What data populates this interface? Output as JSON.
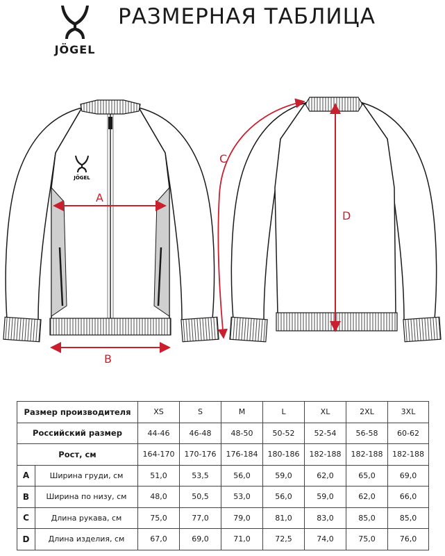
{
  "header": {
    "brand": "JÖGEL",
    "title": "РАЗМЕРНАЯ ТАБЛИЦА"
  },
  "illustration": {
    "chest_brand": "JÖGEL",
    "markers": {
      "a": "A",
      "b": "B",
      "c": "C",
      "d": "D"
    },
    "colors": {
      "measure_line": "#c8202f",
      "side_panel": "#cfcfcf",
      "outline": "#1a1a1a"
    }
  },
  "table": {
    "header_rows": [
      {
        "label": "Размер производителя",
        "values": [
          "XS",
          "S",
          "M",
          "L",
          "XL",
          "2XL",
          "3XL"
        ]
      },
      {
        "label": "Российский размер",
        "values": [
          "44-46",
          "46-48",
          "48-50",
          "50-52",
          "52-54",
          "56-58",
          "60-62"
        ]
      },
      {
        "label": "Рост, см",
        "values": [
          "164-170",
          "170-176",
          "176-184",
          "180-186",
          "182-188",
          "182-188",
          "182-188"
        ]
      }
    ],
    "measure_rows": [
      {
        "letter": "A",
        "label": "Ширина груди, см",
        "values": [
          "51,0",
          "53,5",
          "56,0",
          "59,0",
          "62,0",
          "65,0",
          "69,0"
        ]
      },
      {
        "letter": "B",
        "label": "Ширина по низу, см",
        "values": [
          "48,0",
          "50,5",
          "53,0",
          "56,0",
          "59,0",
          "62,0",
          "66,0"
        ]
      },
      {
        "letter": "C",
        "label": "Длина рукава, см",
        "values": [
          "75,0",
          "77,0",
          "79,0",
          "81,0",
          "83,0",
          "85,0",
          "85,0"
        ]
      },
      {
        "letter": "D",
        "label": "Длина изделия, см",
        "values": [
          "67,0",
          "69,0",
          "71,0",
          "72,5",
          "74,0",
          "75,0",
          "76,0"
        ]
      }
    ]
  }
}
